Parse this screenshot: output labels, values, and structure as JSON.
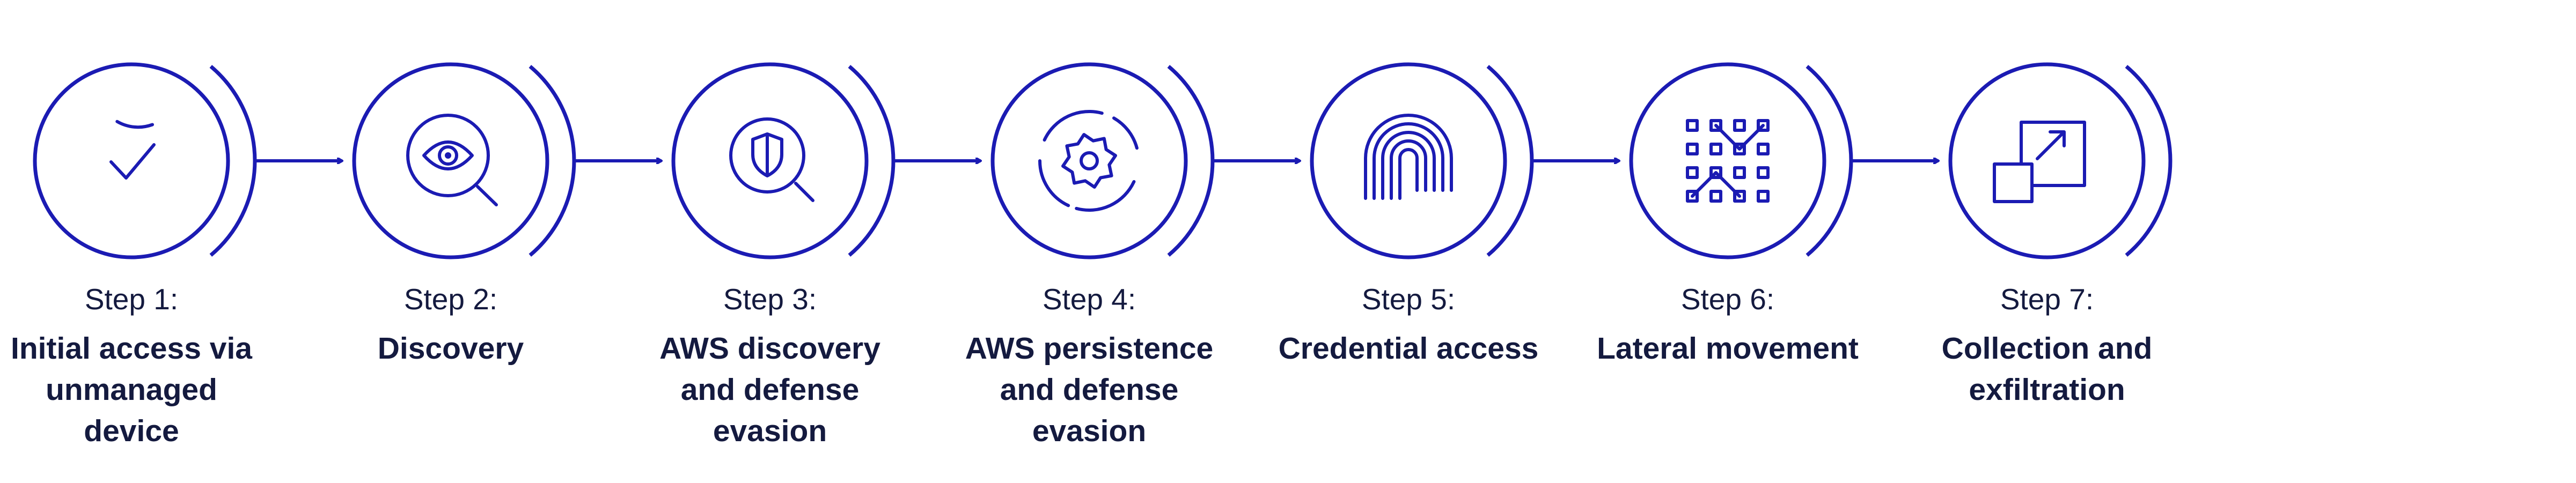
{
  "diagram": {
    "accent_color": "#1b1bb3",
    "text_color": "#141a3f",
    "steps": [
      {
        "number": "Step 1:",
        "title": "Initial access via unmanaged device",
        "icon": "checkmark-icon"
      },
      {
        "number": "Step 2:",
        "title": "Discovery",
        "icon": "eye-magnifier-icon"
      },
      {
        "number": "Step 3:",
        "title": "AWS discovery and defense evasion",
        "icon": "shield-magnifier-icon"
      },
      {
        "number": "Step 4:",
        "title": "AWS persistence and defense evasion",
        "icon": "gear-cycle-icon"
      },
      {
        "number": "Step 5:",
        "title": "Credential access",
        "icon": "fingerprint-icon"
      },
      {
        "number": "Step 6:",
        "title": "Lateral movement",
        "icon": "grid-network-icon"
      },
      {
        "number": "Step 7:",
        "title": "Collection and exfiltration",
        "icon": "expand-squares-icon"
      }
    ]
  }
}
